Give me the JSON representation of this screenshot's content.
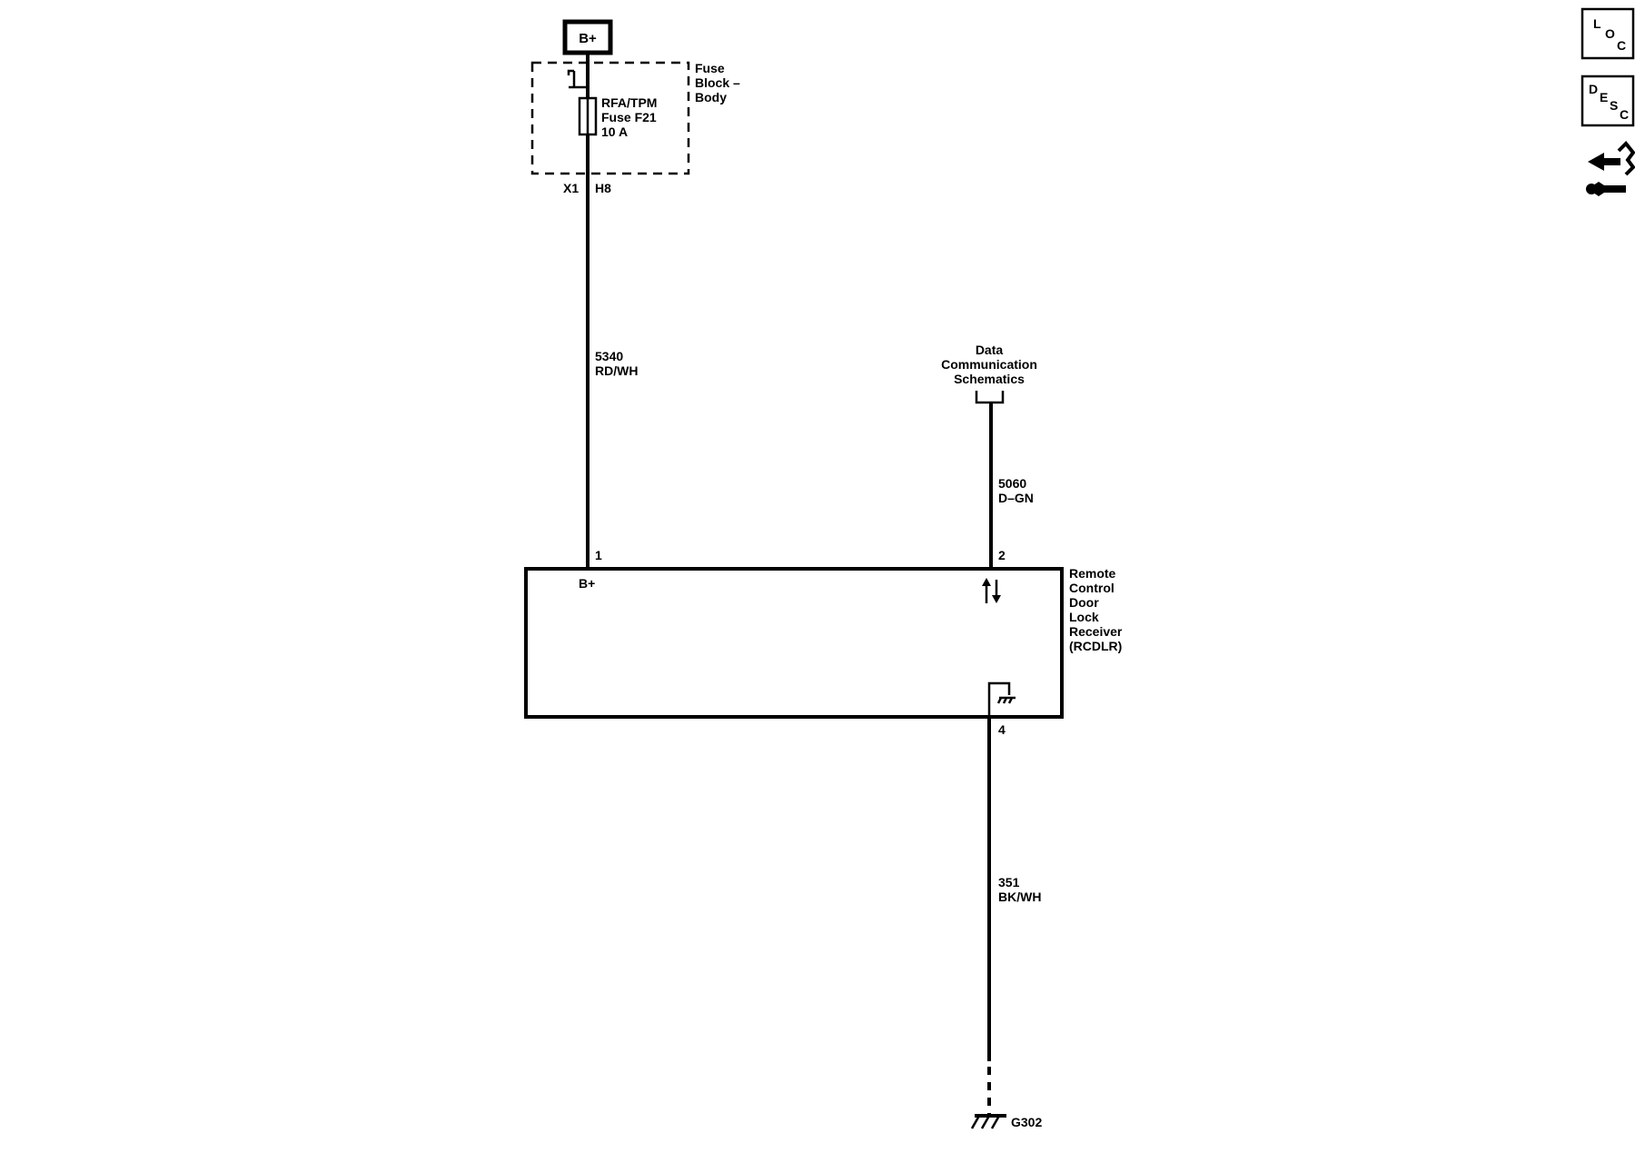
{
  "power_source": {
    "label": "B+"
  },
  "fuse_block": {
    "name_lines": [
      "Fuse",
      "Block –",
      "Body"
    ],
    "fuse_lines": [
      "RFA/TPM",
      "Fuse F21",
      "10 A"
    ],
    "connector": "X1",
    "pin": "H8"
  },
  "wire_power": {
    "circuit": "5340",
    "color": "RD/WH"
  },
  "data_comm": {
    "lines": [
      "Data",
      "Communication",
      "Schematics"
    ]
  },
  "wire_data": {
    "circuit": "5060",
    "color": "D–GN"
  },
  "module": {
    "name_lines": [
      "Remote",
      "Control",
      "Door",
      "Lock",
      "Receiver",
      "(RCDLR)"
    ],
    "pin_power": "1",
    "pin_data": "2",
    "pin_ground": "4",
    "power_label": "B+"
  },
  "wire_ground": {
    "circuit": "351",
    "color": "BK/WH"
  },
  "ground": {
    "label": "G302"
  },
  "nav": {
    "loc": {
      "big": "L",
      "mid": "O",
      "small": "C"
    },
    "desc": {
      "big": "D",
      "mid": "E",
      "s1": "S",
      "s2": "C"
    }
  }
}
